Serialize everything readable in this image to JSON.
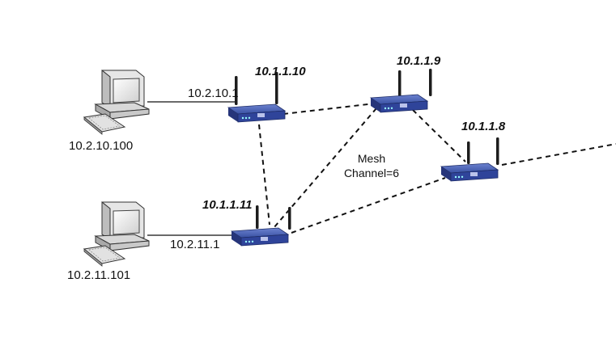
{
  "routers": [
    {
      "id": "r10",
      "label": "10.1.1.10"
    },
    {
      "id": "r9",
      "label": "10.1.1.9"
    },
    {
      "id": "r8",
      "label": "10.1.1.8"
    },
    {
      "id": "r11",
      "label": "10.1.1.11"
    }
  ],
  "computers": [
    {
      "id": "pc1",
      "label": "10.2.10.100",
      "link_label": "10.2.10.1"
    },
    {
      "id": "pc2",
      "label": "10.2.11.101",
      "link_label": "10.2.11.1"
    }
  ],
  "mesh": {
    "line1": "Mesh",
    "line2": "Channel=6"
  },
  "colors": {
    "router_body": "#3d55a8",
    "router_dark": "#1e2c66",
    "link": "#111111"
  }
}
